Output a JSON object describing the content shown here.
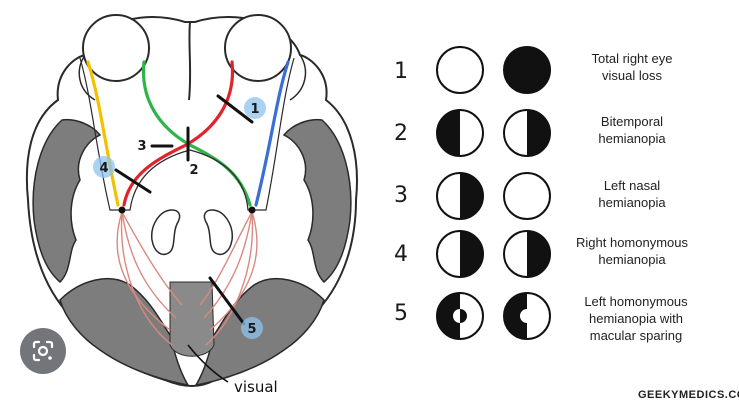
{
  "rows": [
    {
      "number": "1",
      "lines": [
        "Total right eye",
        "visual loss"
      ],
      "left_eye": {
        "left": "white",
        "right": "white"
      },
      "right_eye": {
        "left": "black",
        "right": "black"
      }
    },
    {
      "number": "2",
      "lines": [
        "Bitemporal",
        "hemianopia"
      ],
      "left_eye": {
        "left": "black",
        "right": "white"
      },
      "right_eye": {
        "left": "white",
        "right": "black"
      }
    },
    {
      "number": "3",
      "lines": [
        "Left nasal",
        "hemianopia"
      ],
      "left_eye": {
        "left": "white",
        "right": "black"
      },
      "right_eye": {
        "left": "white",
        "right": "white"
      }
    },
    {
      "number": "4",
      "lines": [
        "Right homonymous",
        "hemianopia"
      ],
      "left_eye": {
        "left": "white",
        "right": "black"
      },
      "right_eye": {
        "left": "white",
        "right": "black"
      }
    },
    {
      "number": "5",
      "lines": [
        "Left homonymous",
        "hemianopia with",
        "macular sparing"
      ],
      "left_eye": {
        "left": "black",
        "right": "white"
      },
      "right_eye": {
        "left": "black",
        "right": "white"
      },
      "macular_sparing": true
    }
  ],
  "callouts": [
    "1",
    "2",
    "3",
    "4",
    "5"
  ],
  "visual_label": "visual",
  "watermark": "GEEKYMEDICS.COM",
  "icons": {
    "lens": "google-lens-icon"
  },
  "colors": {
    "yellow_fiber": "#f2c200",
    "green_fiber": "#2fb34a",
    "red_fiber": "#e0242a",
    "blue_fiber": "#3a6fd6",
    "cortex": "#7d7d7d",
    "radiation": "#d98a80",
    "callout_glow": "#8ec3ee"
  }
}
